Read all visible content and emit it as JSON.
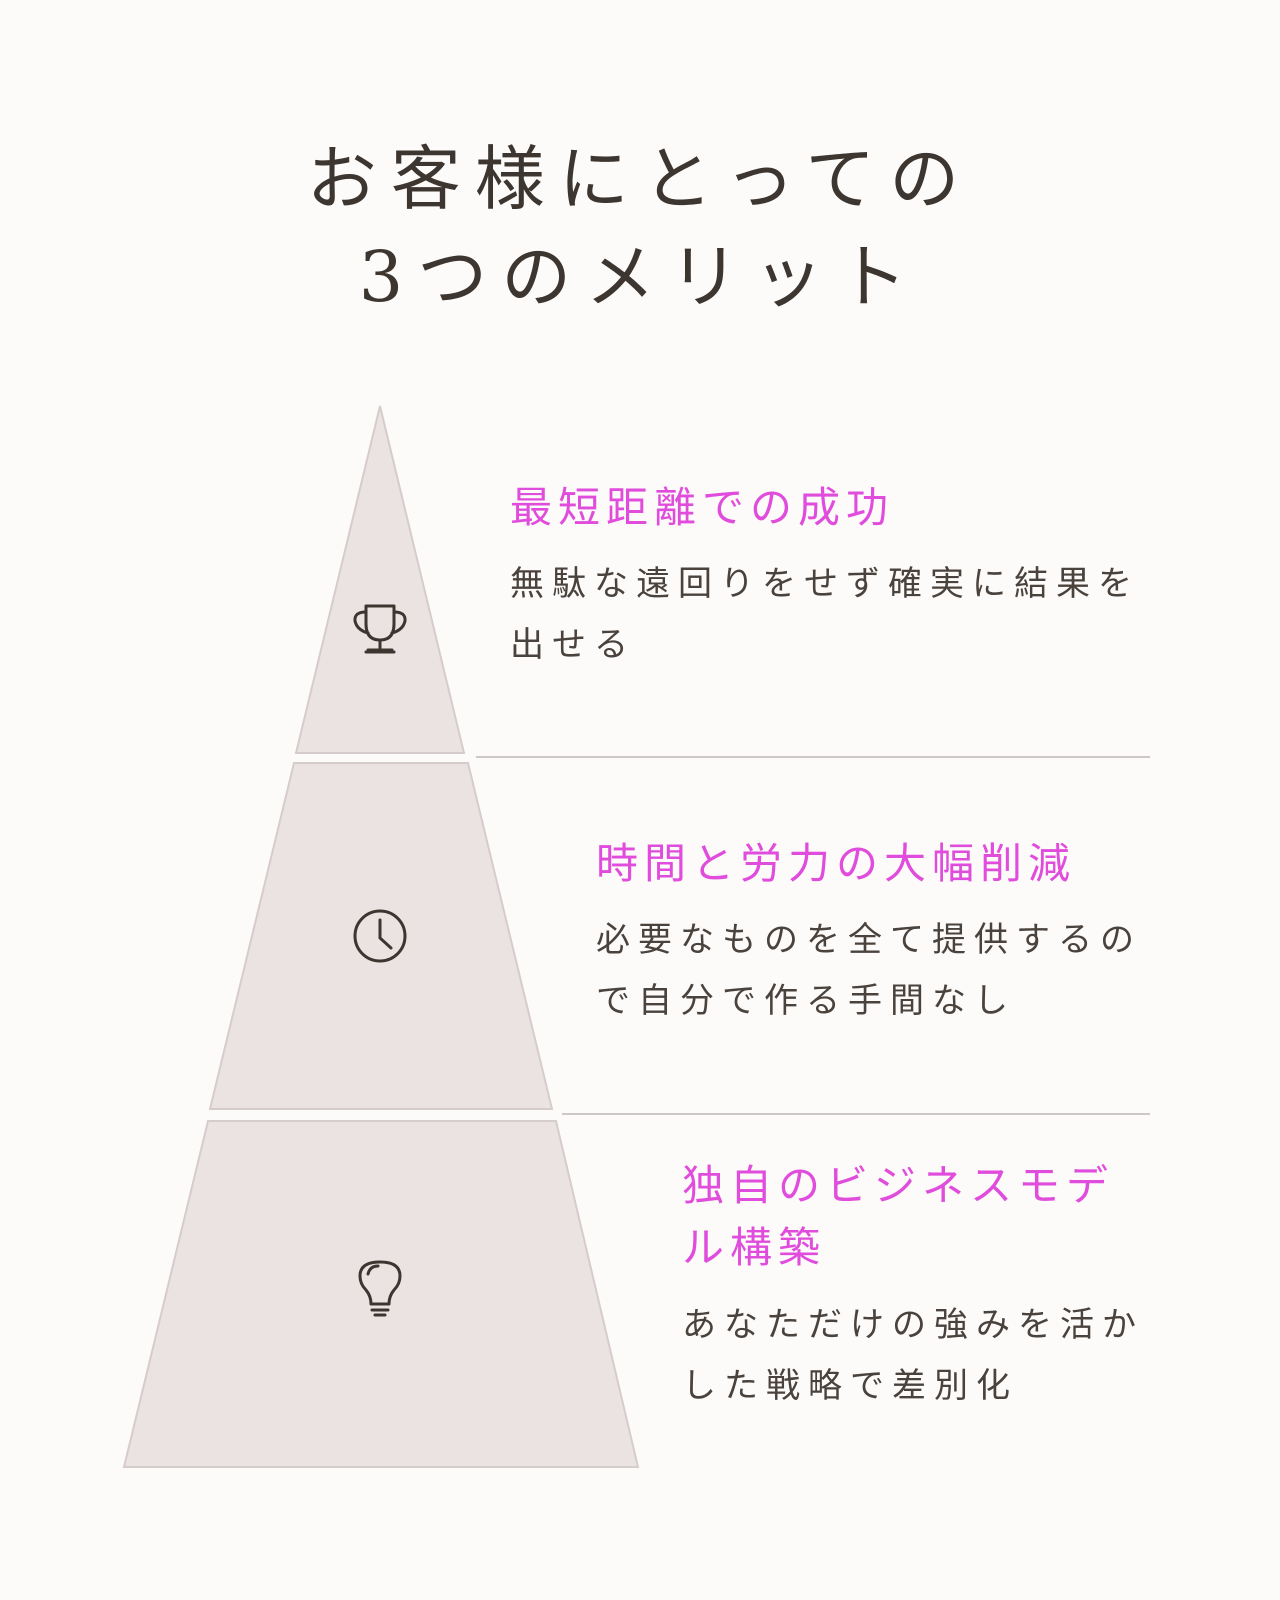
{
  "title": {
    "line1": "お客様にとっての",
    "line2": "3つのメリット"
  },
  "colors": {
    "background": "#fdfbf9",
    "accent": "#e04cdc",
    "tier_fill": "#ebe2e2",
    "divider": "#cdc7c5",
    "text": "#4a423d"
  },
  "tiers": [
    {
      "icon": "trophy-icon",
      "title": "最短距離での成功",
      "desc_line1": "無駄な遠回りをせず確実に結果を",
      "desc_line2": "出せる"
    },
    {
      "icon": "clock-icon",
      "title": "時間と労力の大幅削減",
      "desc_line1": "必要なものを全て提供するの",
      "desc_line2": "で自分で作る手間なし"
    },
    {
      "icon": "lightbulb-icon",
      "title_line1": "独自のビジネスモデ",
      "title_line2": "ル構築",
      "desc_line1": "あなただけの強みを活か",
      "desc_line2": "した戦略で差別化"
    }
  ]
}
